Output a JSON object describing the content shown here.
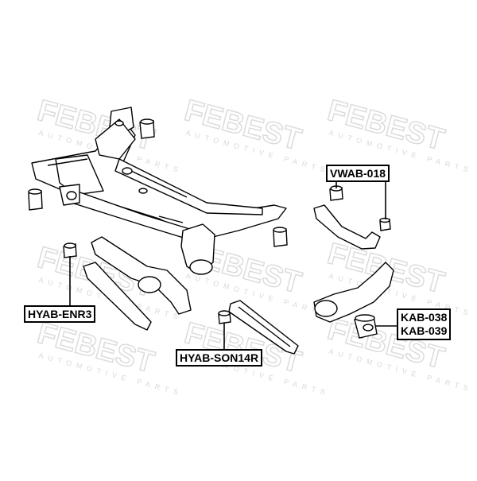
{
  "watermark": {
    "brand": "FEBEST",
    "tagline": "AUTOMOTIVE PARTS"
  },
  "labels": {
    "vwab": "VWAB-018",
    "enr": "HYAB-ENR3",
    "son": "HYAB-SON14R",
    "kab_a": "KAB-038",
    "kab_b": "KAB-039"
  },
  "colors": {
    "line": "#000000",
    "watermark": "#e6e6e6",
    "background": "#ffffff"
  }
}
